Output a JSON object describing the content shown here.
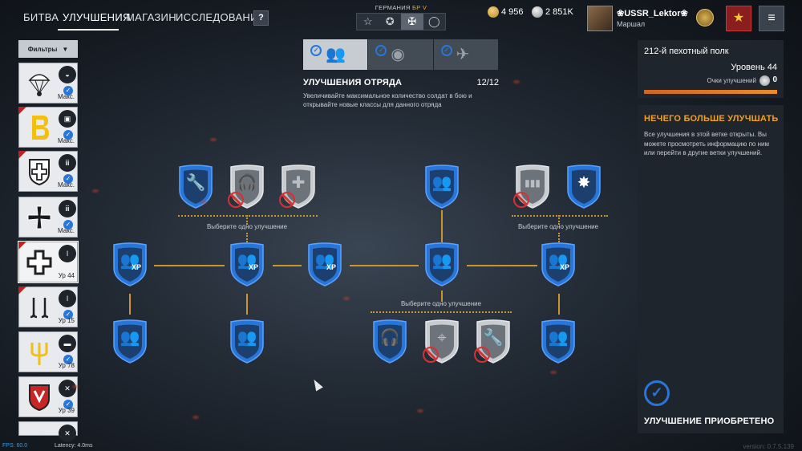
{
  "nav": {
    "tabs": [
      "БИТВА",
      "УЛУЧШЕНИЯ",
      "МАГАЗИН",
      "ИССЛЕДОВАНИЯ"
    ],
    "active_tab": "УЛУЧШЕНИЯ",
    "help": "?"
  },
  "nation": {
    "name": "ГЕРМАНИЯ",
    "br": "БР V",
    "slots": [
      "☆",
      "✪",
      "✠",
      "◯"
    ],
    "selected": 2
  },
  "currency": {
    "gold": "4 956",
    "silver": "2 851K"
  },
  "profile": {
    "name": "❀USSR_Lektor❀",
    "rank": "Маршал"
  },
  "sidebar": {
    "filters_label": "Фильтры",
    "cards": [
      {
        "emblem": "parachute",
        "class_icon": "paratrooper-icon",
        "level": "Макс.",
        "selected": false
      },
      {
        "emblem": "B",
        "class_icon": "vehicle-icon",
        "level": "Макс.",
        "selected": false
      },
      {
        "emblem": "cross-shield",
        "class_icon": "infantry-icon",
        "level": "Макс.",
        "selected": false
      },
      {
        "emblem": "iron-cross",
        "class_icon": "infantry-icon",
        "level": "Макс.",
        "selected": false
      },
      {
        "emblem": "cross",
        "class_icon": "rifle-icon",
        "level": "Ур 44",
        "selected": true
      },
      {
        "emblem": "anchor",
        "class_icon": "rifle-icon",
        "level": "Ур 15",
        "selected": false
      },
      {
        "emblem": "trident",
        "class_icon": "tank-icon",
        "level": "Ур 78",
        "selected": false
      },
      {
        "emblem": "red-shield",
        "class_icon": "engineer-icon",
        "level": "Ур 39",
        "selected": false
      }
    ]
  },
  "categories": [
    {
      "name": "squad",
      "glyph": "👥",
      "selected": true
    },
    {
      "name": "soldiers",
      "glyph": "◉",
      "selected": false
    },
    {
      "name": "equipment",
      "glyph": "✈",
      "selected": false
    }
  ],
  "upgrade": {
    "title": "УЛУЧШЕНИЯ ОТРЯДА",
    "count": "12/12",
    "description": "Увеличивайте максимальное количество солдат в бою и открывайте новые классы для данного отряда"
  },
  "tree": {
    "choose_label": "Выберите одно улучшение",
    "xp": "XP",
    "nodes": [
      {
        "id": "wrench-top",
        "icon": "🔧",
        "locked": false,
        "blocked": false
      },
      {
        "id": "headset-top",
        "icon": "🎧",
        "locked": true,
        "blocked": true
      },
      {
        "id": "medic-top",
        "icon": "✚",
        "locked": true,
        "blocked": true
      },
      {
        "id": "squad-top",
        "icon": "👥",
        "locked": false,
        "blocked": false
      },
      {
        "id": "ammo-top",
        "icon": "▮▮▮",
        "locked": true,
        "blocked": true
      },
      {
        "id": "explosion-top",
        "icon": "✸",
        "locked": false,
        "blocked": false
      },
      {
        "id": "xp-1",
        "icon": "👥",
        "locked": false,
        "blocked": false,
        "xp": true
      },
      {
        "id": "xp-2",
        "icon": "👥",
        "locked": false,
        "blocked": false,
        "xp": true
      },
      {
        "id": "xp-3",
        "icon": "👥",
        "locked": false,
        "blocked": false,
        "xp": true
      },
      {
        "id": "squad-center",
        "icon": "👥",
        "locked": false,
        "blocked": false
      },
      {
        "id": "xp-5",
        "icon": "👥",
        "locked": false,
        "blocked": false,
        "xp": true
      },
      {
        "id": "squad-b1",
        "icon": "👥",
        "locked": false,
        "blocked": false
      },
      {
        "id": "squad-b2",
        "icon": "👥",
        "locked": false,
        "blocked": false
      },
      {
        "id": "headset-bottom",
        "icon": "🎧",
        "locked": false,
        "blocked": false
      },
      {
        "id": "crosshair-bottom",
        "icon": "⌖",
        "locked": true,
        "blocked": true
      },
      {
        "id": "wrench-bottom",
        "icon": "🔧",
        "locked": true,
        "blocked": true
      },
      {
        "id": "squad-b3",
        "icon": "👥",
        "locked": false,
        "blocked": false
      }
    ]
  },
  "unit": {
    "name": "212-й пехотный полк",
    "level": "Уровень 44",
    "points_label": "Очки улучшений",
    "points": "0",
    "progress": 1.0
  },
  "panel": {
    "title": "НЕЧЕГО БОЛЬШЕ УЛУЧШАТЬ",
    "text": "Все улучшения в этой ветке открыты. Вы можете просмотреть информацию по ним или перейти в другие ветки улучшений.",
    "bought": "УЛУЧШЕНИЕ ПРИОБРЕТЕНО"
  },
  "debug": {
    "fps": "FPS: 60.0",
    "latency": "Latency: 4.0ms",
    "version": "version: 0.7.5.139"
  },
  "colors": {
    "accent_blue": "#2876d9",
    "accent_orange": "#f0a020",
    "line": "#c8962c",
    "block_red": "#d63232"
  }
}
